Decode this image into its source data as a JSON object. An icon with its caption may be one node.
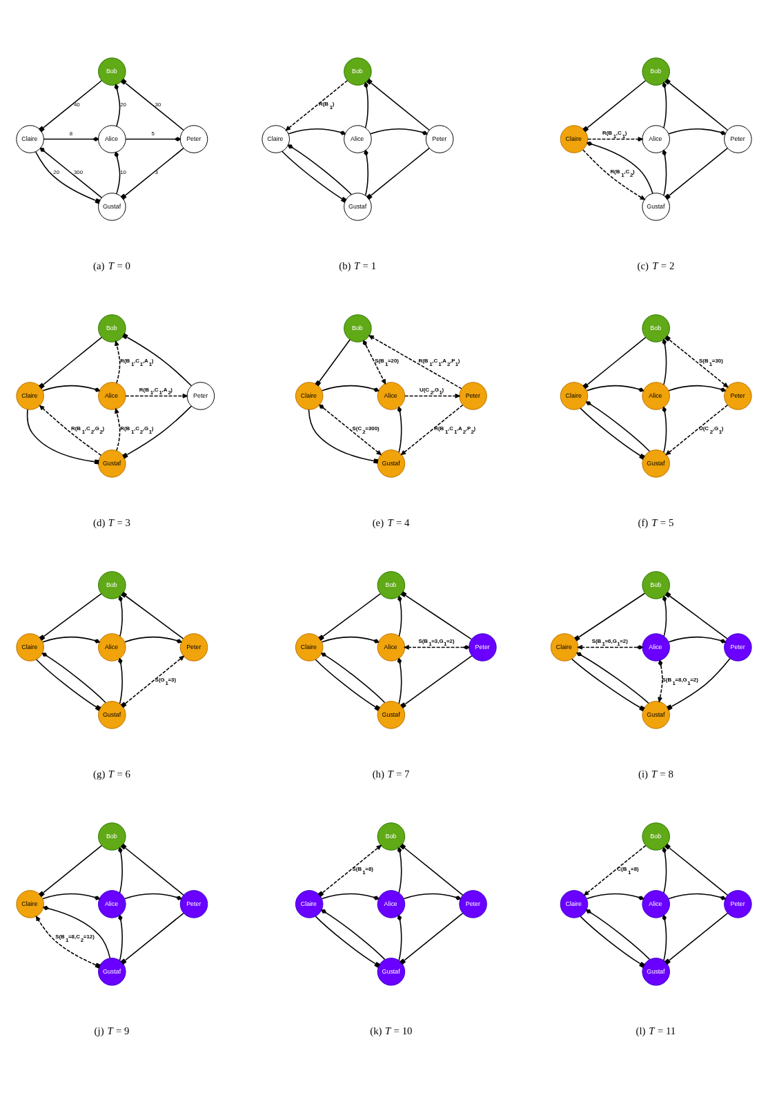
{
  "diagram": {
    "nodes": [
      {
        "text": [
          "Bob"
        ]
      },
      {
        "text": [
          "Claire"
        ]
      },
      {
        "text": [
          "Alice"
        ]
      },
      {
        "text": [
          "Peter"
        ]
      },
      {
        "text": [
          "Gustaf"
        ]
      },
      {
        "text": [
          "Bob"
        ]
      },
      {
        "text": [
          "Claire"
        ]
      },
      {
        "text": [
          "Alice"
        ]
      },
      {
        "text": [
          "Peter"
        ]
      },
      {
        "text": [
          "Gustaf"
        ]
      },
      {
        "text": [
          "Bob"
        ]
      },
      {
        "text": [
          "Claire"
        ]
      },
      {
        "text": [
          "Alice"
        ]
      },
      {
        "text": [
          "Peter"
        ]
      },
      {
        "text": [
          "Gustaf"
        ]
      },
      {
        "text": [
          "Bob"
        ]
      },
      {
        "text": [
          "Claire"
        ]
      },
      {
        "text": [
          "Alice"
        ]
      },
      {
        "text": [
          "Peter"
        ]
      },
      {
        "text": [
          "Gustaf"
        ]
      },
      {
        "text": [
          "Bob"
        ]
      },
      {
        "text": [
          "Claire"
        ]
      },
      {
        "text": [
          "Alice"
        ]
      },
      {
        "text": [
          "Peter"
        ]
      },
      {
        "text": [
          "Gustaf"
        ]
      },
      {
        "text": [
          "Bob"
        ]
      },
      {
        "text": [
          "Claire"
        ]
      },
      {
        "text": [
          "Alice"
        ]
      },
      {
        "text": [
          "Peter"
        ]
      },
      {
        "text": [
          "Gustaf"
        ]
      },
      {
        "text": [
          "Bob"
        ]
      },
      {
        "text": [
          "Claire"
        ]
      },
      {
        "text": [
          "Alice"
        ]
      },
      {
        "text": [
          "Peter"
        ]
      },
      {
        "text": [
          "Gustaf"
        ]
      },
      {
        "text": [
          "Bob"
        ]
      },
      {
        "text": [
          "Claire"
        ]
      },
      {
        "text": [
          "Alice"
        ]
      },
      {
        "text": [
          "Peter"
        ]
      },
      {
        "text": [
          "Gustaf"
        ]
      },
      {
        "text": [
          "Bob"
        ]
      },
      {
        "text": [
          "Claire"
        ]
      },
      {
        "text": [
          "Alice"
        ]
      },
      {
        "text": [
          "Peter"
        ]
      },
      {
        "text": [
          "Gustaf"
        ]
      },
      {
        "text": [
          "Bob"
        ]
      },
      {
        "text": [
          "Claire"
        ]
      },
      {
        "text": [
          "Alice"
        ]
      },
      {
        "text": [
          "Peter"
        ]
      },
      {
        "text": [
          "Gustaf"
        ]
      },
      {
        "text": [
          "Bob"
        ]
      },
      {
        "text": [
          "Claire"
        ]
      },
      {
        "text": [
          "Alice"
        ]
      },
      {
        "text": [
          "Peter"
        ]
      },
      {
        "text": [
          "Gustaf"
        ]
      },
      {
        "text": [
          "Bob"
        ]
      },
      {
        "text": [
          "Claire"
        ]
      },
      {
        "text": [
          "Alice"
        ]
      },
      {
        "text": [
          "Peter"
        ]
      },
      {
        "text": [
          "Gustaf"
        ]
      }
    ],
    "edges": [
      {
        "from": 0,
        "to": 1,
        "arrow": "other",
        "label": "40"
      },
      {
        "from": 2,
        "to": 0,
        "arrow": "other",
        "label": "20"
      },
      {
        "from": 3,
        "to": 0,
        "arrow": "other",
        "label": "30"
      },
      {
        "from": 1,
        "to": 2,
        "arrow": "other",
        "label": "8"
      },
      {
        "from": 2,
        "to": 3,
        "arrow": "other",
        "label": "5"
      },
      {
        "from": 1,
        "to": 4,
        "arrow": "other",
        "label": "20"
      },
      {
        "from": 4,
        "to": 1,
        "arrow": "other",
        "label": "300"
      },
      {
        "from": 4,
        "to": 2,
        "arrow": "other",
        "label": "10"
      },
      {
        "from": 3,
        "to": 4,
        "arrow": "other",
        "label": "3"
      },
      {
        "from": 5,
        "to": 6,
        "arrow": "to",
        "style": "dashed",
        "label": "R(B$_{1}$)"
      },
      {
        "from": 7,
        "to": 5,
        "arrow": "other"
      },
      {
        "from": 8,
        "to": 5,
        "arrow": "other"
      },
      {
        "from": 6,
        "to": 7,
        "arrow": "other"
      },
      {
        "from": 7,
        "to": 8,
        "arrow": "other"
      },
      {
        "from": 6,
        "to": 9,
        "arrow": "other"
      },
      {
        "from": 9,
        "to": 6,
        "arrow": "other"
      },
      {
        "from": 9,
        "to": 7,
        "arrow": "other"
      },
      {
        "from": 8,
        "to": 9,
        "arrow": "other"
      },
      {
        "from": 10,
        "to": 11,
        "arrow": "other"
      },
      {
        "from": 12,
        "to": 10,
        "arrow": "other"
      },
      {
        "from": 13,
        "to": 10,
        "arrow": "other"
      },
      {
        "from": 11,
        "to": 12,
        "arrow": "to",
        "style": "dashed",
        "label": "R(B$_{1}$,C$_{1}$)"
      },
      {
        "from": 12,
        "to": 13,
        "arrow": "other"
      },
      {
        "from": 11,
        "to": 14,
        "arrow": "to",
        "style": "dashed",
        "label": "R(B$_{1}$,C$_{2}$)"
      },
      {
        "from": 14,
        "to": 11,
        "arrow": "other"
      },
      {
        "from": 14,
        "to": 12,
        "arrow": "other"
      },
      {
        "from": 13,
        "to": 14,
        "arrow": "other"
      },
      {
        "from": 15,
        "to": 16,
        "arrow": "other"
      },
      {
        "from": 17,
        "to": 15,
        "arrow": "to",
        "style": "dashed",
        "label": "R(B$_{1}$,C$_{1}$,A$_{1}$)"
      },
      {
        "from": 18,
        "to": 15,
        "arrow": "other"
      },
      {
        "from": 16,
        "to": 17,
        "arrow": "other"
      },
      {
        "from": 17,
        "to": 18,
        "arrow": "to",
        "style": "dashed",
        "label": "R(B$_{1}$,C$_{1}$,A$_{2}$)"
      },
      {
        "from": 16,
        "to": 19,
        "arrow": "other"
      },
      {
        "from": 19,
        "to": 16,
        "arrow": "to",
        "style": "dashed",
        "label": "R(B$_{1}$,C$_{2}$,G$_{2}$)"
      },
      {
        "from": 19,
        "to": 17,
        "arrow": "to",
        "style": "dashed",
        "label": "R(B$_{1}$,C$_{2}$,G$_{1}$)"
      },
      {
        "from": 18,
        "to": 19,
        "arrow": "other"
      },
      {
        "from": 20,
        "to": 21,
        "arrow": "other"
      },
      {
        "from": 20,
        "to": 22,
        "arrow": "to",
        "style": "dashed",
        "label": "S(B$_{1}$=20)"
      },
      {
        "from": 23,
        "to": 20,
        "arrow": "to",
        "style": "dashed",
        "label": "R(B$_{1}$,C$_{1}$,A$_{2}$,P$_{1}$)"
      },
      {
        "from": 21,
        "to": 22,
        "arrow": "other"
      },
      {
        "from": 22,
        "to": 23,
        "arrow": "to",
        "style": "dashed",
        "label": "U(C$_{2}$,G$_{1}$)"
      },
      {
        "from": 21,
        "to": 24,
        "arrow": "other"
      },
      {
        "from": 21,
        "to": 24,
        "arrow": "to",
        "style": "dashed",
        "label": "S(C$_{2}$=300)"
      },
      {
        "from": 24,
        "to": 22,
        "arrow": "other"
      },
      {
        "from": 23,
        "to": 24,
        "arrow": "to",
        "style": "dashed",
        "label": "R(B$_{1}$,C$_{1}$,A$_{2}$,P$_{2}$)"
      },
      {
        "from": 25,
        "to": 26,
        "arrow": "other"
      },
      {
        "from": 27,
        "to": 25,
        "arrow": "other"
      },
      {
        "from": 25,
        "to": 28,
        "arrow": "to",
        "style": "dashed",
        "label": "S(B$_{1}$=30)"
      },
      {
        "from": 26,
        "to": 27,
        "arrow": "other"
      },
      {
        "from": 27,
        "to": 28,
        "arrow": "other"
      },
      {
        "from": 26,
        "to": 29,
        "arrow": "other"
      },
      {
        "from": 29,
        "to": 26,
        "arrow": "other"
      },
      {
        "from": 29,
        "to": 27,
        "arrow": "other"
      },
      {
        "from": 28,
        "to": 29,
        "arrow": "to",
        "style": "dashed",
        "label": "U(C$_{2}$,G$_{1}$)"
      },
      {
        "from": 30,
        "to": 31,
        "arrow": "other"
      },
      {
        "from": 32,
        "to": 30,
        "arrow": "other"
      },
      {
        "from": 33,
        "to": 30,
        "arrow": "other"
      },
      {
        "from": 31,
        "to": 32,
        "arrow": "other"
      },
      {
        "from": 32,
        "to": 33,
        "arrow": "other"
      },
      {
        "from": 31,
        "to": 34,
        "arrow": "other"
      },
      {
        "from": 34,
        "to": 31,
        "arrow": "other"
      },
      {
        "from": 34,
        "to": 32,
        "arrow": "other"
      },
      {
        "from": 34,
        "to": 33,
        "arrow": "to",
        "style": "dashed",
        "label": "S(G$_{1}$=3)"
      },
      {
        "from": 35,
        "to": 36,
        "arrow": "other"
      },
      {
        "from": 37,
        "to": 35,
        "arrow": "other"
      },
      {
        "from": 38,
        "to": 35,
        "arrow": "other"
      },
      {
        "from": 36,
        "to": 37,
        "arrow": "other"
      },
      {
        "from": 38,
        "to": 37,
        "arrow": "to",
        "style": "dashed",
        "label": "S(B$_{1}$=3,G$_{1}$=2)"
      },
      {
        "from": 36,
        "to": 39,
        "arrow": "other"
      },
      {
        "from": 39,
        "to": 36,
        "arrow": "other"
      },
      {
        "from": 39,
        "to": 37,
        "arrow": "other"
      },
      {
        "from": 38,
        "to": 39,
        "arrow": "other"
      },
      {
        "from": 40,
        "to": 41,
        "arrow": "other"
      },
      {
        "from": 42,
        "to": 40,
        "arrow": "other"
      },
      {
        "from": 43,
        "to": 40,
        "arrow": "other"
      },
      {
        "from": 42,
        "to": 41,
        "arrow": "to",
        "style": "dashed",
        "label": "S(B$_{1}$=6,G$_{1}$=2)"
      },
      {
        "from": 42,
        "to": 43,
        "arrow": "other"
      },
      {
        "from": 41,
        "to": 44,
        "arrow": "other"
      },
      {
        "from": 44,
        "to": 41,
        "arrow": "other"
      },
      {
        "from": 42,
        "to": 44,
        "arrow": "to",
        "style": "dashed",
        "label": "S(B$_{1}$=8,G$_{1}$=2)"
      },
      {
        "from": 43,
        "to": 44,
        "arrow": "other"
      },
      {
        "from": 45,
        "to": 46,
        "arrow": "other"
      },
      {
        "from": 47,
        "to": 45,
        "arrow": "other"
      },
      {
        "from": 48,
        "to": 45,
        "arrow": "other"
      },
      {
        "from": 46,
        "to": 47,
        "arrow": "other"
      },
      {
        "from": 47,
        "to": 48,
        "arrow": "other"
      },
      {
        "from": 49,
        "to": 46,
        "arrow": "to",
        "style": "dashed",
        "label": "S(B$_{1}$=8,C$_{2}$=12)"
      },
      {
        "from": 49,
        "to": 46,
        "arrow": "other"
      },
      {
        "from": 49,
        "to": 47,
        "arrow": "other"
      },
      {
        "from": 48,
        "to": 49,
        "arrow": "other"
      },
      {
        "from": 51,
        "to": 50,
        "arrow": "to",
        "style": "dashed",
        "label": "S(B$_{1}$=8)"
      },
      {
        "from": 52,
        "to": 50,
        "arrow": "other"
      },
      {
        "from": 53,
        "to": 50,
        "arrow": "other"
      },
      {
        "from": 51,
        "to": 52,
        "arrow": "other"
      },
      {
        "from": 52,
        "to": 53,
        "arrow": "other"
      },
      {
        "from": 51,
        "to": 54,
        "arrow": "other"
      },
      {
        "from": 54,
        "to": 51,
        "arrow": "other"
      },
      {
        "from": 54,
        "to": 52,
        "arrow": "other"
      },
      {
        "from": 53,
        "to": 54,
        "arrow": "other"
      },
      {
        "from": 55,
        "to": 56,
        "arrow": "to",
        "style": "dashed",
        "label": "C(B$_{1}$=8)"
      },
      {
        "from": 57,
        "to": 55,
        "arrow": "other"
      },
      {
        "from": 58,
        "to": 55,
        "arrow": "other"
      },
      {
        "from": 56,
        "to": 57,
        "arrow": "other"
      },
      {
        "from": 57,
        "to": 58,
        "arrow": "other"
      },
      {
        "from": 56,
        "to": 59,
        "arrow": "other"
      },
      {
        "from": 59,
        "to": 56,
        "arrow": "other"
      },
      {
        "from": 59,
        "to": 57,
        "arrow": "other"
      },
      {
        "from": 58,
        "to": 59,
        "arrow": "other"
      }
    ],
    "labels": [
      "(a) *T* = 0",
      "(b) *T* = 1",
      "(c) *T* = 2",
      "(d) *T* = 3",
      "(e) *T* = 4",
      "(f) *T* = 5",
      "(g) *T* = 6",
      "(h) *T* = 7",
      "(i) *T* = 8",
      "(j) *T* = 9",
      "(k) *T* = 10",
      "(l) *T* = 11"
    ]
  }
}
